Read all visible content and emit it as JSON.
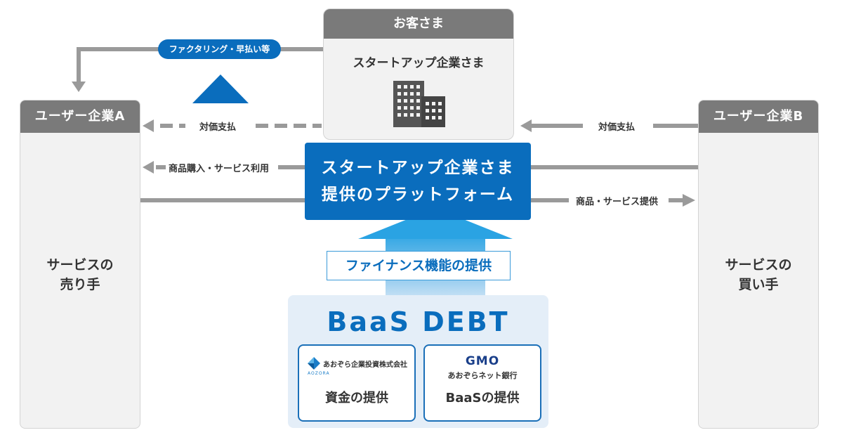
{
  "customer": {
    "header": "お客さま",
    "subtitle": "スタートアップ企業さま",
    "icon": "building-icon"
  },
  "user_a": {
    "header": "ユーザー企業A",
    "role_line1": "サービスの",
    "role_line2": "売り手"
  },
  "user_b": {
    "header": "ユーザー企業B",
    "role_line1": "サービスの",
    "role_line2": "買い手"
  },
  "flows": {
    "factoring": "ファクタリング・早払い等",
    "payment_to_a": "対価支払",
    "payment_from_b": "対価支払",
    "purchase_use": "商品購入・サービス利用",
    "provide_service": "商品・サービス提供"
  },
  "platform": {
    "line1": "スタートアップ企業さま",
    "line2": "提供のプラットフォーム"
  },
  "finance": {
    "label": "ファイナンス機能の提供"
  },
  "baas": {
    "title": "BaaS DEBT",
    "partner1": {
      "logo_text": "あおぞら企業投資株式会社",
      "logo_sub": "AOZORA",
      "caption": "資金の提供"
    },
    "partner2": {
      "logo_mark": "GMO",
      "logo_text": "あおぞらネット銀行",
      "caption": "BaaSの提供"
    }
  },
  "colors": {
    "primary_blue": "#0a6dbd",
    "light_blue": "#3aa6e6",
    "gray": "#7a7a7a",
    "arrow_gray": "#9a9a9a",
    "panel_bg": "#e4eef8"
  }
}
